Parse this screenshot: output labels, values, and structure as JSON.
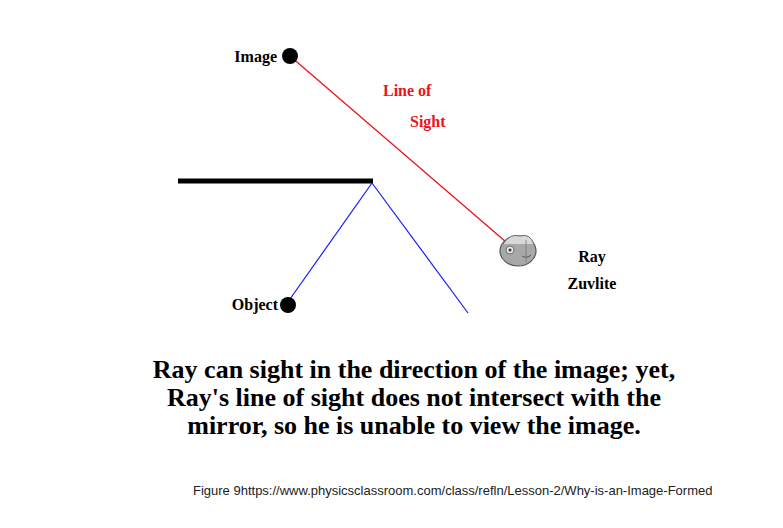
{
  "diagram": {
    "caption": "Ray can sight in the direction of the image; yet, Ray's line of sight does not intersect with the mirror, so he is unable to view the image.",
    "labels": [
      "Image",
      "Line of Sight",
      "Ray Zuvlite",
      "Object",
      "Figure 9https://www.physicsclassroom.com/class/refln/Lesson-2/Why-is-an-Image-Formed"
    ]
  }
}
